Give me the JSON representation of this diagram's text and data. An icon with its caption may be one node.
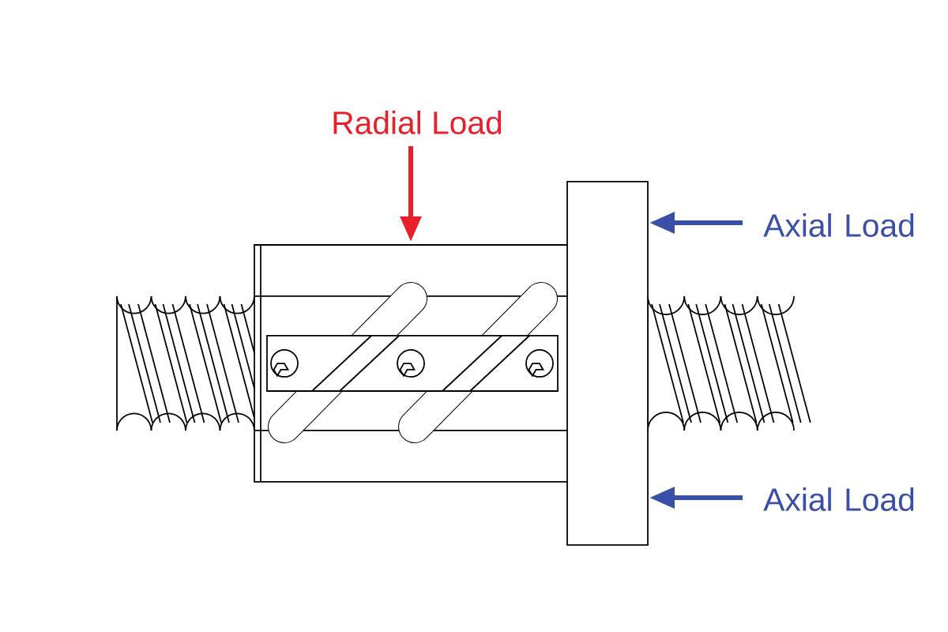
{
  "diagram": {
    "labels": [
      "Radial Load",
      "Axial Load",
      "Axial Load"
    ]
  }
}
